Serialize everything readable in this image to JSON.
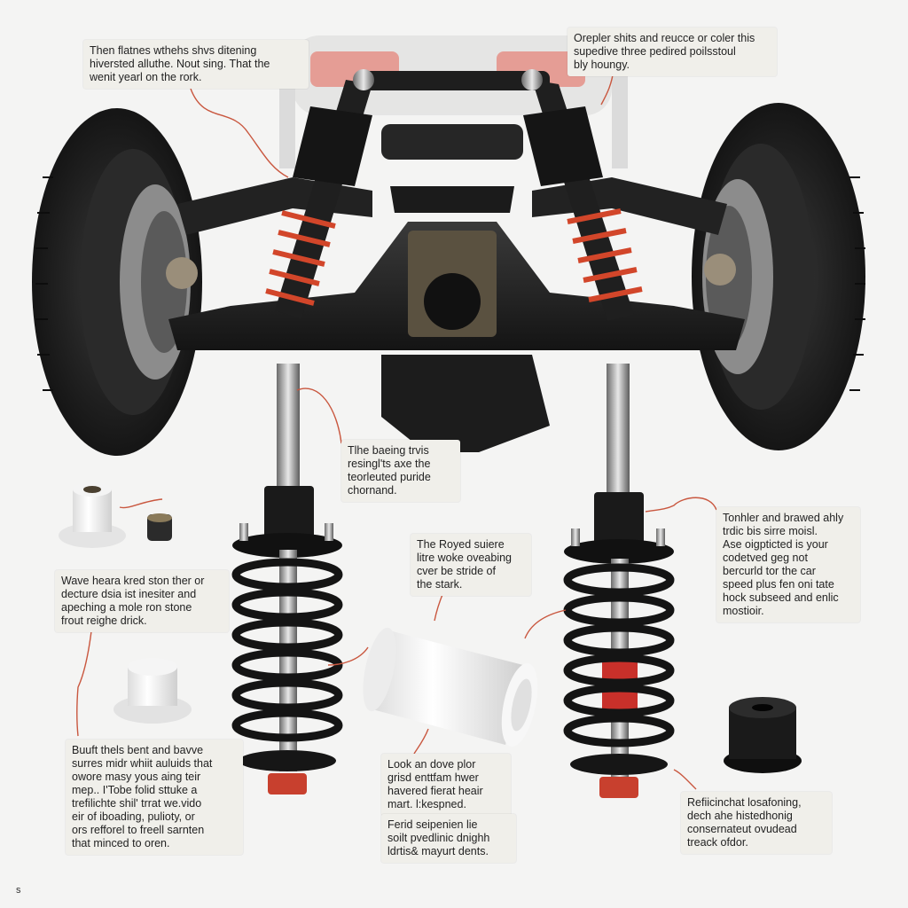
{
  "page_number": "s",
  "callouts": [
    {
      "id": "top-left",
      "text": "Then flatnes wthehs shvs ditening\nhiversted alluthe. Nout sing. That the\nwenit yearl on the rork."
    },
    {
      "id": "top-right",
      "text": "Orepler shits and reucce or coler this\nsupedive three pedired poilsstoul\nbly houngy."
    },
    {
      "id": "center",
      "text": "Tlhe baeing trvis\nresingl'ts axe the\nteorleuted puride\nchornand."
    },
    {
      "id": "right-mid",
      "text": "Tonhler and brawed ahly\ntrdic bis sirre moisl.\nAse oigpticted is your\ncodetved geg not\nbercurld tor the car\nspeed plus fen oni tate\nhock subseed and enlic\nmostioir."
    },
    {
      "id": "left-mid",
      "text": "Wave heara kred ston ther or\ndecture dsia ist inesiter and\napeching a mole ron stone\nfrout reighe drick."
    },
    {
      "id": "center-mid",
      "text": "The Royed suiere\nlitre woke oveabing\ncver be stride of\nthe stark."
    },
    {
      "id": "bottom-left",
      "text": "Buuft thels bent and bavve\nsurres midr whiit auluids that\nowore masy yous aing teir\nmep.. I'Tobe folid sttuke a\ntrefilichte shil' trrat we.vido\neir of iboading, pulioty, or\nors refforel to freell sarnten\nthat minced to oren."
    },
    {
      "id": "bottom-center-1",
      "text": "Look an dove plor\ngrisd enttfam hwer\nhavered fierat heair\nmart. l:kespned."
    },
    {
      "id": "bottom-center-2",
      "text": "Ferid seipenien lie\nsoilt pvedlinic dnighh\nldrtis& mayurt dents."
    },
    {
      "id": "bottom-right",
      "text": "Refiicinchat losafoning,\ndech ahe histedhonig\nconsernateut ovudead\ntreack ofdor."
    }
  ]
}
